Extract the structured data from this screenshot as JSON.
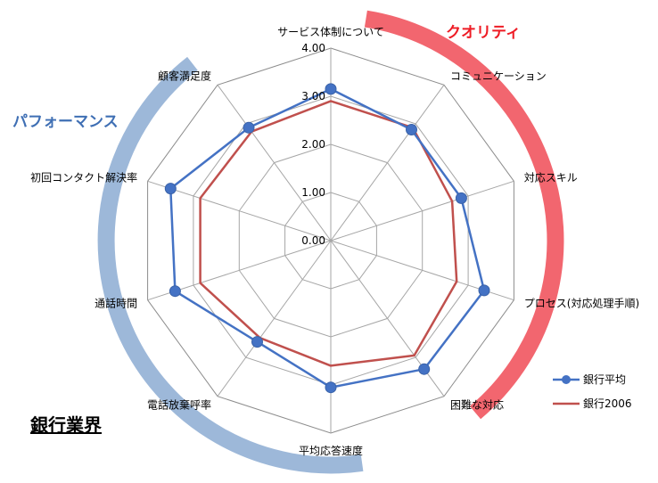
{
  "title": "銀行業界",
  "groups": {
    "quality": {
      "label": "クオリティ",
      "color": "#ee1c25",
      "arc_color": "#f2666f"
    },
    "performance": {
      "label": "パフォーマンス",
      "color": "#3f6fb4",
      "arc_color": "#9db8d9"
    }
  },
  "chart_data": {
    "type": "radar",
    "categories": [
      "サービス体制について",
      "コミュニケーション",
      "対応スキル",
      "プロセス(対応処理手順)",
      "困難な対応",
      "平均応答速度",
      "電話放棄呼率",
      "通話時間",
      "初回コンタクト解決率",
      "顧客満足度"
    ],
    "series": [
      {
        "name": "銀行平均",
        "color": "#4472c4",
        "marker": "circle",
        "values": [
          3.15,
          2.85,
          2.85,
          3.35,
          3.3,
          3.05,
          2.6,
          3.4,
          3.5,
          2.9
        ]
      },
      {
        "name": "銀行2006",
        "color": "#c0504d",
        "marker": "none",
        "values": [
          2.9,
          2.9,
          2.65,
          2.75,
          2.95,
          2.6,
          2.5,
          2.85,
          2.85,
          2.8
        ]
      }
    ],
    "rlim": [
      0,
      4
    ],
    "ticks": [
      "0.00",
      "1.00",
      "2.00",
      "3.00",
      "4.00"
    ],
    "grid": true,
    "legend_position": "bottom-right"
  }
}
